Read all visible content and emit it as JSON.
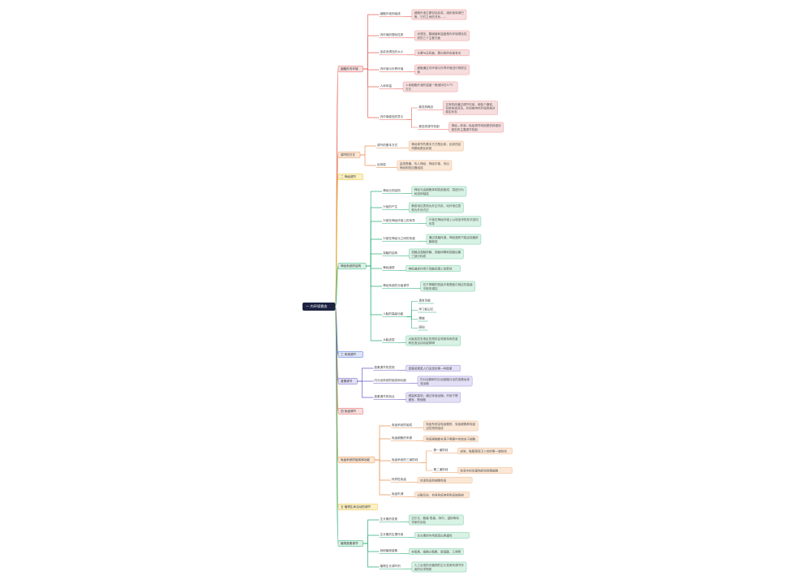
{
  "root": {
    "label": "一 内环境稳态"
  },
  "branches": [
    {
      "label": "细胞外内环境",
      "color": "#e8625a",
      "fill": "#f7dede",
      "children": [
        {
          "label": "细胞外液的组成",
          "note": "细胞外液主要包括血浆、组织液和淋巴等，它们之间的关系……"
        },
        {
          "label": "内环境的理化性质",
          "note": "渗透压、酸碱度和温度是内环境理化性质的三个主要方面"
        },
        {
          "label": "血浆渗透压的大小",
          "note": "主要与无机盐、蛋白质的含量有关"
        },
        {
          "label": "内环境与外界环境",
          "note": "细胞通过内环境与外界环境进行物质交换"
        },
        {
          "label": "人体体温",
          "note": "人体细胞外液的温度一般维持在37℃左右"
        },
        {
          "label": "内环境稳态的意义",
          "children": [
            {
              "label": "稳态的概念",
              "note": "正常机体通过调节作用，使各个器官、系统协调活动，共同维持内环境的相对稳定状态"
            },
            {
              "label": "稳态的调节机制",
              "note": "神经—体液—免疫调节网络是机体维持稳态的主要调节机制"
            }
          ]
        }
      ]
    },
    {
      "label": "调节的方式",
      "color": "#e89456",
      "fill": "#fbe7d6",
      "children": [
        {
          "label": "调节的基本方式",
          "note": "神经调节的基本方式是反射，反射的结构基础是反射弧"
        },
        {
          "label": "反射弧",
          "note": "由感受器、传入神经、神经中枢、传出神经和效应器组成"
        }
      ]
    },
    {
      "label": "二 神经调节",
      "color": "#e8c23a",
      "fill": "#fbf0c6",
      "children": []
    },
    {
      "label": "神经系统的结构",
      "color": "#2fae7a",
      "fill": "#d8f2e4",
      "children": [
        {
          "label": "神经元的结构",
          "note": "神经元由细胞体和突起组成，突起分为树突和轴突"
        },
        {
          "label": "兴奋的产生",
          "note": "静息电位表现为外正内负，动作电位表现为外负内正"
        },
        {
          "label": "兴奋在神经纤维上的传导",
          "note": "兴奋在神经纤维上以电信号的形式双向传导"
        },
        {
          "label": "兴奋在神经元之间的传递",
          "note": "通过突触传递，神经递质只能由突触前膜释放"
        },
        {
          "label": "突触的结构",
          "note": "突触由突触前膜、突触间隙和突触后膜三部分构成"
        },
        {
          "label": "神经递质",
          "note": "神经递质作用于突触后膜上的受体"
        },
        {
          "label": "神经系统的分级调节",
          "note": "位于脊髓的低级中枢受脑中相应的高级中枢的调控"
        },
        {
          "label": "人脑的高级功能",
          "children": [
            {
              "label": "语言功能"
            },
            {
              "label": "学习和记忆"
            },
            {
              "label": "情绪"
            },
            {
              "label": "感知"
            }
          ]
        },
        {
          "label": "大脑皮层",
          "note": "大脑皮层言语区的损伤会导致特有的各种言语活动功能障碍"
        }
      ]
    },
    {
      "label": "三 体液调节",
      "color": "#4a6ed8",
      "fill": "#dde4f8",
      "children": []
    },
    {
      "label": "激素调节",
      "color": "#6a5fc8",
      "fill": "#e3e0f6",
      "children": [
        {
          "label": "激素调节的发现",
          "note": "促胰液素是人们发现的第一种激素"
        },
        {
          "label": "内分泌系统的组成和功能",
          "note": "内分泌腺和内分泌细胞分泌的激素经体液运输"
        },
        {
          "label": "激素调节的特点",
          "note": "微量和高效；通过体液运输；作用于靶器官、靶细胞"
        }
      ]
    },
    {
      "label": "四 免疫调节",
      "color": "#e8625a",
      "fill": "#f7dede",
      "children": []
    },
    {
      "label": "免疫系统的组成和功能",
      "color": "#e89456",
      "fill": "#fbe7d6",
      "children": [
        {
          "label": "免疫系统的组成",
          "note": "免疫系统由免疫器官、免疫细胞和免疫活性物质组成"
        },
        {
          "label": "免疫细胞的来源",
          "note": "免疫细胞都来源于骨髓中的造血干细胞"
        },
        {
          "label": "免疫系统的三道防线",
          "children": [
            {
              "label": "第一道防线",
              "note": "皮肤、黏膜是保卫人体的第一道防线"
            },
            {
              "label": "第二道防线",
              "note": "体液中的杀菌物质和吞噬细胞"
            }
          ]
        },
        {
          "label": "特异性免疫",
          "note": "体液免疫和细胞免疫"
        },
        {
          "label": "免疫失调",
          "note": "过敏反应、自身免疫病和免疫缺陷病"
        }
      ]
    },
    {
      "label": "五 植物生命活动的调节",
      "color": "#e8c23a",
      "fill": "#fbf0c6",
      "children": []
    },
    {
      "label": "植物激素调节",
      "color": "#2fae7a",
      "fill": "#d8f2e4",
      "children": [
        {
          "label": "生长素的发现",
          "note": "达尔文、鲍森·詹森、拜尔、温特等科学家的实验"
        },
        {
          "label": "生长素的生理作用",
          "note": "生长素的作用表现出两重性"
        },
        {
          "label": "其他植物激素",
          "note": "赤霉素、细胞分裂素、脱落酸、乙烯等"
        },
        {
          "label": "植物生长调节剂",
          "note": "人工合成的对植物的生长发育有调节作用的化学物质"
        }
      ]
    }
  ]
}
